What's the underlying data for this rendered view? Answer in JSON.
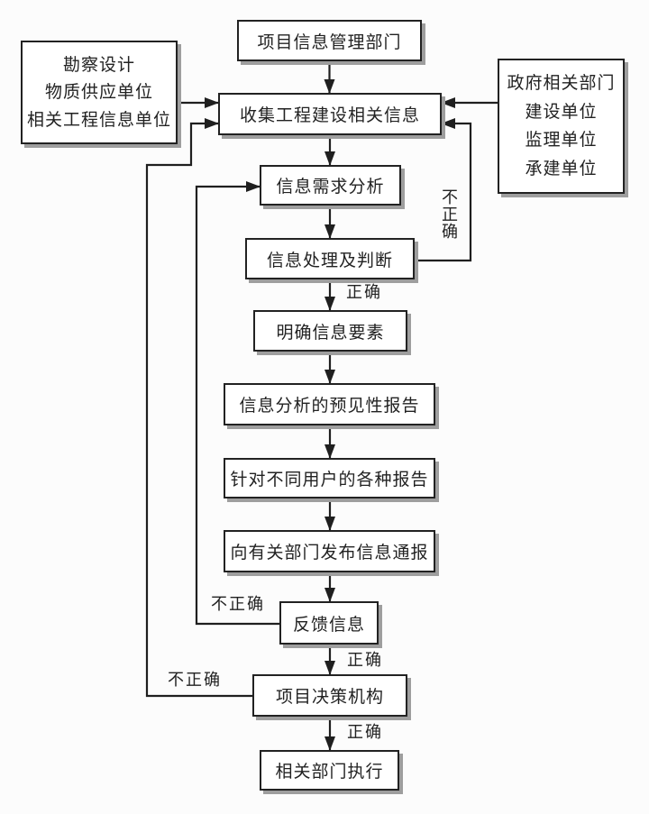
{
  "diagram": {
    "nodes": {
      "info_dept": {
        "label": "项目信息管理部门"
      },
      "sources_left": {
        "lines": [
          "勘察设计",
          "物质供应单位",
          "相关工程信息单位"
        ]
      },
      "collect": {
        "label": "收集工程建设相关信息"
      },
      "sources_right": {
        "lines": [
          "政府相关部门",
          "建设单位",
          "监理单位",
          "承建单位"
        ]
      },
      "demand": {
        "label": "信息需求分析"
      },
      "process": {
        "label": "信息处理及判断"
      },
      "clarify": {
        "label": "明确信息要素"
      },
      "forecast": {
        "label": "信息分析的预见性报告"
      },
      "reports": {
        "label": "针对不同用户的各种报告"
      },
      "notify": {
        "label": "向有关部门发布信息通报"
      },
      "feedback": {
        "label": "反馈信息"
      },
      "decision": {
        "label": "项目决策机构"
      },
      "execute": {
        "label": "相关部门执行"
      }
    },
    "edge_labels": {
      "correct": "正确",
      "incorrect": "不正确"
    },
    "colors": {
      "background": "#fcfcfc",
      "box_fill": "#ffffff",
      "box_border": "#222222",
      "box_shadow": "#9e9e9e",
      "line": "#1f1f1f",
      "text": "#222222"
    }
  }
}
